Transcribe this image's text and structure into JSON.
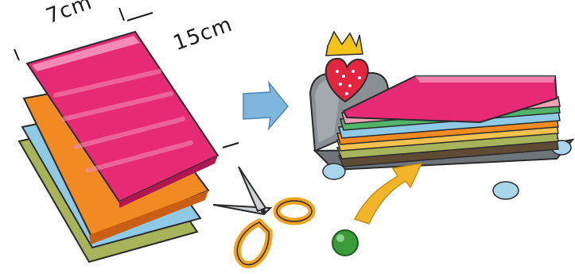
{
  "labels": {
    "width": "7cm",
    "height": "15cm"
  },
  "colors": {
    "pink": "#e62a74",
    "orange": "#f28a23",
    "blue": "#8ec9e6",
    "olive": "#a8b45a",
    "arrow_blue": "#7fb6dd",
    "arrow_yellow": "#f2b52a",
    "heart_red": "#e3263f",
    "crown_yellow": "#f4c318",
    "stand_grey": "#8a8f94",
    "ball_green": "#3a9b3a"
  },
  "icons": [
    "paper-stack",
    "scissors",
    "arrow-right",
    "book-stand",
    "heart-crown",
    "arrow-up",
    "green-ball"
  ]
}
